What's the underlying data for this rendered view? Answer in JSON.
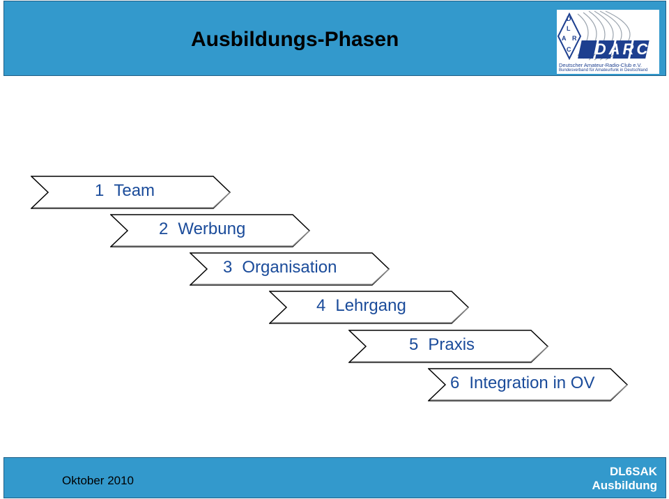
{
  "header": {
    "title": "Ausbildungs-Phasen",
    "logo": {
      "name": "DARC",
      "line1": "Deutscher Amateur-Radio-Club e.V.",
      "line2": "Bundesverband für Amateurfunk in Deutschland",
      "letters": [
        "D",
        "L",
        "A",
        "R",
        "C"
      ]
    }
  },
  "steps": [
    {
      "num": "1",
      "label": "Team"
    },
    {
      "num": "2",
      "label": "Werbung"
    },
    {
      "num": "3",
      "label": "Organisation"
    },
    {
      "num": "4",
      "label": "Lehrgang"
    },
    {
      "num": "5",
      "label": "Praxis"
    },
    {
      "num": "6",
      "label": "Integration in OV"
    }
  ],
  "footer": {
    "date": "Oktober 2010",
    "author": "DL6SAK",
    "topic": "Ausbildung"
  },
  "colors": {
    "band": "#3399cc",
    "step_text": "#1a4b9a",
    "logo_blue": "#1d3f8f"
  }
}
